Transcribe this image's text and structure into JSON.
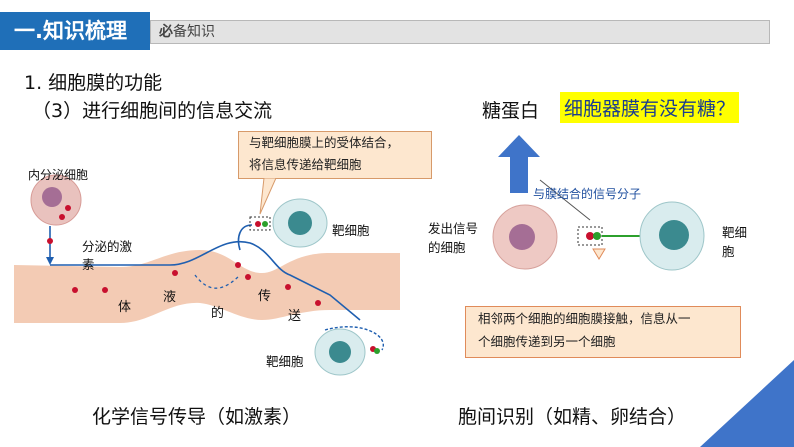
{
  "header": {
    "title": "一.知识梳理",
    "tag_bold": "必",
    "tag_rest": "备知识"
  },
  "left": {
    "heading": "1. 细胞膜的功能",
    "subheading": "（3）进行细胞间的信息交流",
    "label_endocrine": "内分泌细胞",
    "label_hormone_1": "分泌的激",
    "label_hormone_2": "素",
    "flow_chars": [
      "体",
      "液",
      "的",
      "传",
      "送"
    ],
    "label_target_top": "靶细胞",
    "label_target_bottom": "靶细胞",
    "callout_line1": "与靶细胞膜上的受体结合，",
    "callout_line2": "将信息传递给靶细胞",
    "caption": "化学信号传导（如激素）"
  },
  "right": {
    "glycoprotein": "糖蛋白",
    "question": "细胞器膜有没有糖？",
    "signal_molecule": "与膜结合的信号分子",
    "sender_1": "发出信号",
    "sender_2": "的细胞",
    "target_1": "靶细",
    "target_2": "胞",
    "callout_line1": "相邻两个细胞的细胞膜接触，信息从一",
    "callout_line2": "个细胞传递到另一个细胞",
    "caption": "胞间识别（如精、卵结合）"
  },
  "colors": {
    "header_blue": "#1f6fb8",
    "question_bg": "#ffff00",
    "callout_bg": "#fde7cf",
    "vessel": "#f3cbb4"
  }
}
